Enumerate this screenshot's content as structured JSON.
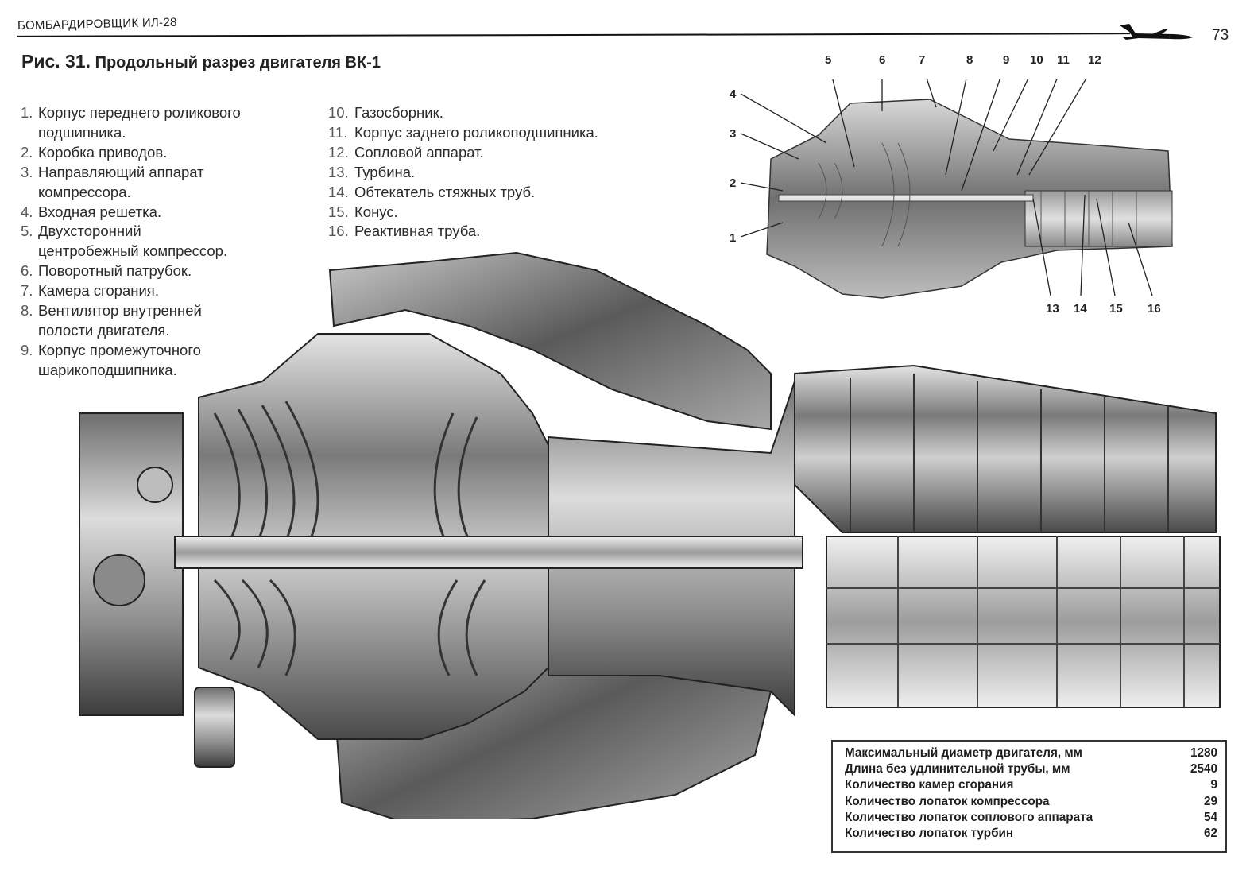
{
  "header": {
    "running_title": "БОМБАРДИРОВЩИК ИЛ-28",
    "page_number": "73"
  },
  "caption": {
    "figure": "Рис. 31.",
    "title": "Продольный разрез двигателя ВК-1"
  },
  "legend": {
    "col1": [
      {
        "num": "1.",
        "lines": [
          "Корпус переднего роликового",
          "подшипника."
        ]
      },
      {
        "num": "2.",
        "lines": [
          "Коробка приводов."
        ]
      },
      {
        "num": "3.",
        "lines": [
          "Направляющий аппарат",
          "компрессора."
        ]
      },
      {
        "num": "4.",
        "lines": [
          "Входная решетка."
        ]
      },
      {
        "num": "5.",
        "lines": [
          "Двухсторонний",
          "центробежный компрессор."
        ]
      },
      {
        "num": "6.",
        "lines": [
          "Поворотный патрубок."
        ]
      },
      {
        "num": "7.",
        "lines": [
          "Камера сгорания."
        ]
      },
      {
        "num": "8.",
        "lines": [
          "Вентилятор внутренней",
          "полости двигателя."
        ]
      },
      {
        "num": "9.",
        "lines": [
          "Корпус промежуточного",
          "шарикоподшипника."
        ]
      }
    ],
    "col2": [
      {
        "num": "10.",
        "lines": [
          "Газосборник."
        ]
      },
      {
        "num": "11.",
        "lines": [
          "Корпус заднего роликоподшипника."
        ]
      },
      {
        "num": "12.",
        "lines": [
          "Сопловой аппарат."
        ]
      },
      {
        "num": "13.",
        "lines": [
          "Турбина."
        ]
      },
      {
        "num": "14.",
        "lines": [
          "Обтекатель стяжных труб."
        ]
      },
      {
        "num": "15.",
        "lines": [
          "Конус."
        ]
      },
      {
        "num": "16.",
        "lines": [
          "Реактивная труба."
        ]
      }
    ]
  },
  "callouts": [
    "1",
    "2",
    "3",
    "4",
    "5",
    "6",
    "7",
    "8",
    "9",
    "10",
    "11",
    "12",
    "13",
    "14",
    "15",
    "16"
  ],
  "specs": [
    {
      "label": "Максимальный диаметр двигателя, мм",
      "value": "1280"
    },
    {
      "label": "Длина без удлинительной трубы, мм",
      "value": "2540"
    },
    {
      "label": "Количество камер сгорания",
      "value": "9"
    },
    {
      "label": "Количество лопаток компрессора",
      "value": "29"
    },
    {
      "label": "Количество лопаток соплового аппарата",
      "value": "54"
    },
    {
      "label": "Количество лопаток турбин",
      "value": "62"
    }
  ]
}
